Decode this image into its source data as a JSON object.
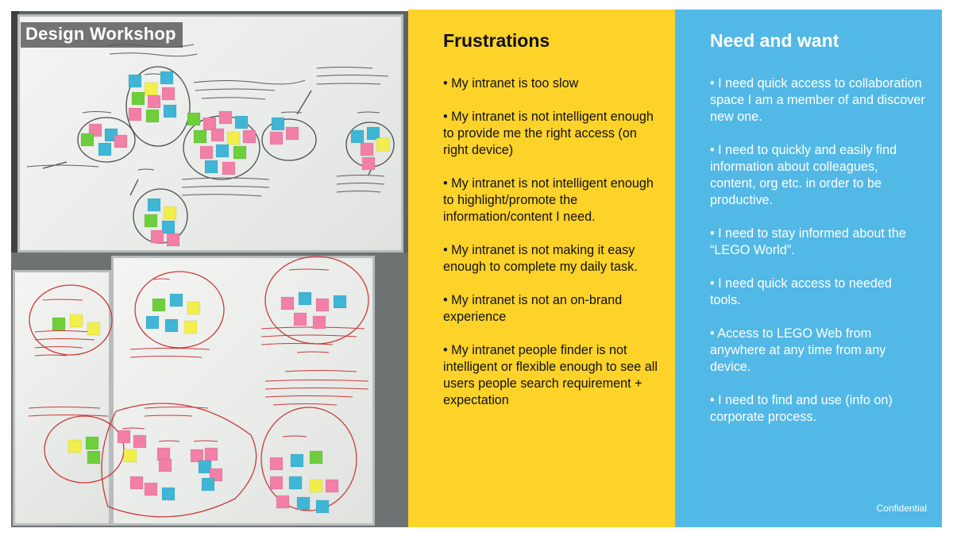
{
  "photo": {
    "title": "Design Workshop"
  },
  "frustrations": {
    "title": "Frustrations",
    "items": [
      "• My intranet is too slow",
      "• My intranet is not intelligent enough to provide me the right access (on right device)",
      "• My intranet is not intelligent enough to highlight/promote the information/content I need.",
      "• My intranet is not making it easy enough to complete my daily task.",
      "• My intranet is not an on-brand experience",
      "• My intranet people finder is not intelligent or flexible enough to see all users people search requirement + expectation"
    ]
  },
  "needs": {
    "title": "Need and want",
    "items": [
      "• I need quick access to collaboration space I am a member of and discover new one.",
      "• I need to quickly and easily find information about colleagues, content, org etc. in order to be productive.",
      "• I need to stay informed about the “LEGO World”.",
      "• I need quick access to needed tools.",
      "• Access to LEGO Web from anywhere at any time from any device.",
      "• I need to find and use (info on) corporate process."
    ]
  },
  "footer": {
    "label": "Confidential"
  },
  "colors": {
    "yellow": "#fdd32a",
    "blue": "#52b8e6",
    "sticky_pink": "#f27fa8",
    "sticky_green": "#6ccf3b",
    "sticky_cyan": "#3fb6d6",
    "sticky_yellow": "#f2ee4c",
    "marker_red": "#c73a3a"
  }
}
